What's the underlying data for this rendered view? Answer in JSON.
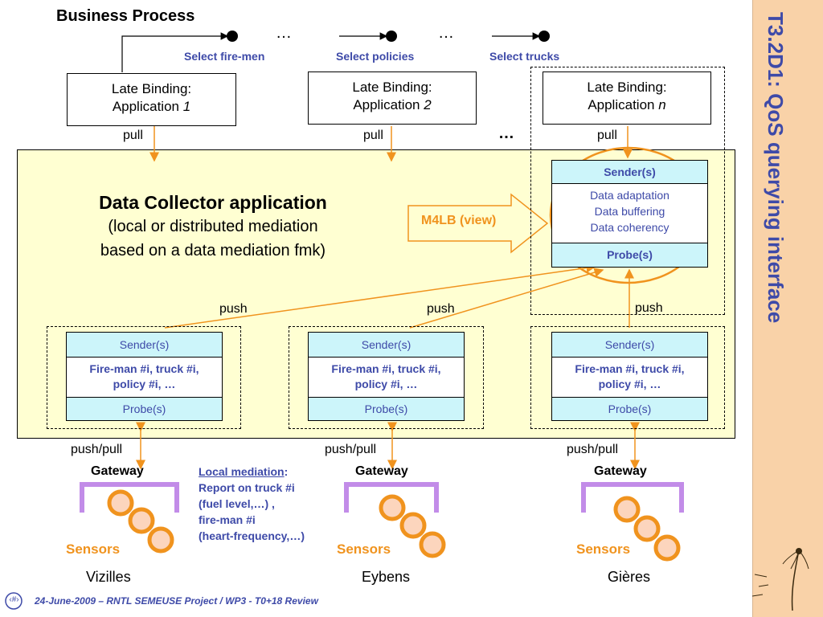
{
  "title": "Business Process",
  "selects": [
    "Select fire-men",
    "Select policies",
    "Select trucks"
  ],
  "ellipsis": "…",
  "apps": [
    {
      "line1": "Late Binding:",
      "line2": "Application",
      "suffix": "1"
    },
    {
      "line1": "Late Binding:",
      "line2": "Application",
      "suffix": "2"
    },
    {
      "line1": "Late Binding:",
      "line2": "Application",
      "suffix": "n"
    }
  ],
  "pull": "pull",
  "push": "push",
  "push_pull": "push/pull",
  "collector": {
    "title": "Data Collector application",
    "line1": "(local or distributed mediation",
    "line2": "based on a data mediation fmk)"
  },
  "m4lb": "M4LB (view)",
  "top_stack": {
    "sender": "Sender(s)",
    "middle": [
      "Data adaptation",
      "Data buffering",
      "Data coherency"
    ],
    "probe": "Probe(s)"
  },
  "node_stack": {
    "sender": "Sender(s)",
    "middle1": "Fire-man #i, truck #i,",
    "middle2": "policy  #i, …",
    "probe": "Probe(s)"
  },
  "gateway": "Gateway",
  "sensors": "Sensors",
  "local_mediation": {
    "heading": "Local mediation",
    "colon": ":",
    "lines": [
      "Report on truck #i",
      "(fuel level,…) ,",
      "fire-man #i",
      "(heart-frequency,…)"
    ]
  },
  "cities": [
    "Vizilles",
    "Eybens",
    "Gières"
  ],
  "side_title": "T3.2D1: QoS querying interface",
  "footer": "24-June-2009 – RNTL SEMEUSE Project / WP3 - T0+18 Review",
  "page_marker": "‹#›",
  "colors": {
    "orange": "#f0931e",
    "blue": "#3e4aa8",
    "yellow_bg": "#ffffd2",
    "cyan": "#ccf5fa",
    "sidebar": "#f9d2a8",
    "purple": "#c28ce8"
  }
}
